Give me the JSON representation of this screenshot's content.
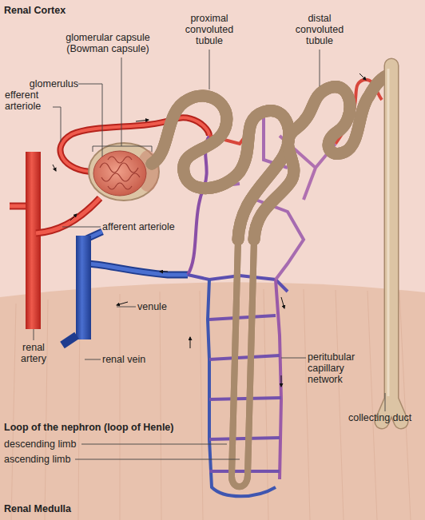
{
  "diagram": {
    "labels": [
      "Renal Cortex",
      "glomerular capsule (Bowman capsule)",
      "glomerulus",
      "efferent arteriole",
      "proximal convoluted tubule",
      "distal convoluted tubule",
      "afferent arteriole",
      "venule",
      "renal artery",
      "renal vein",
      "peritubular capillary network",
      "Loop of the nephron (loop of Henle)",
      "descending limb",
      "ascending limb",
      "collecting duct",
      "Renal Medulla"
    ]
  }
}
